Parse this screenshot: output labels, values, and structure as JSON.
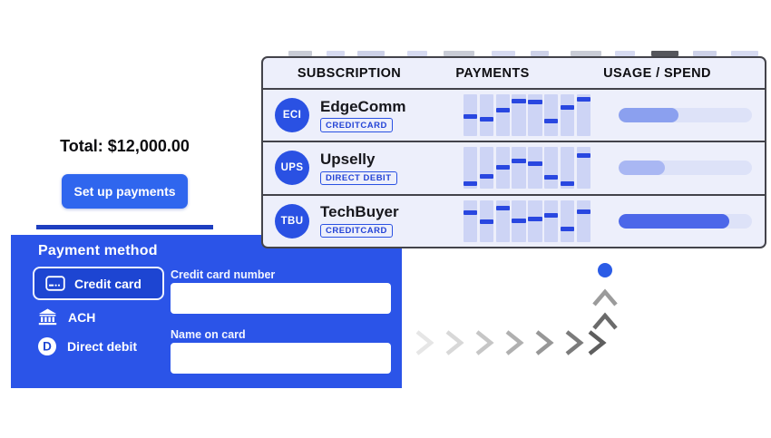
{
  "colors": {
    "brand_blue": "#2b54e8",
    "button_blue": "#2f66ee",
    "selected_option_blue": "#1d45d2",
    "table_background": "#edeffb",
    "table_border": "#43434a",
    "chart_bar_light": "#cdd4f5",
    "chart_marker_blue": "#2947e0",
    "usage_track": "#dde2f8",
    "arrow_dot_blue": "#2b5ce6"
  },
  "summary": {
    "total": "Total: $12,000.00",
    "setup_button_label": "Set up payments"
  },
  "subscriptions_table": {
    "headers": [
      "SUBSCRIPTION",
      "PAYMENTS",
      "USAGE / SPEND"
    ],
    "rows": [
      {
        "badge": "ECI",
        "name": "EdgeComm",
        "payment_method_tag": "CREDITCARD",
        "payments_chart": {
          "type": "bar",
          "values_pct": [
            45,
            40,
            62,
            82,
            80,
            35,
            67,
            87
          ]
        },
        "usage_pct": 45,
        "usage_fill_color": "#8ba0ef"
      },
      {
        "badge": "UPS",
        "name": "Upselly",
        "payment_method_tag": "DIRECT DEBIT",
        "payments_chart": {
          "type": "bar",
          "values_pct": [
            12,
            30,
            52,
            67,
            60,
            27,
            12,
            80
          ]
        },
        "usage_pct": 35,
        "usage_fill_color": "#a9b7f3"
      },
      {
        "badge": "TBU",
        "name": "TechBuyer",
        "payment_method_tag": "CREDITCARD",
        "payments_chart": {
          "type": "bar",
          "values_pct": [
            70,
            48,
            80,
            50,
            55,
            62,
            30,
            72
          ]
        },
        "usage_pct": 83,
        "usage_fill_color": "#4c67e9"
      }
    ]
  },
  "payment_panel": {
    "title": "Payment method",
    "methods": [
      {
        "label": "Credit card",
        "icon": "credit-card-icon",
        "selected": true
      },
      {
        "label": "ACH",
        "icon": "bank-icon",
        "selected": false
      },
      {
        "label": "Direct debit",
        "icon": "direct-debit-icon",
        "selected": false
      }
    ],
    "fields": [
      {
        "label": "Credit card number",
        "value": ""
      },
      {
        "label": "Name on card",
        "value": ""
      }
    ]
  },
  "flow_arrow": {
    "description": "gray chevron path pointing right then up, ending at a blue dot",
    "dot_color": "#2b5ce6"
  }
}
